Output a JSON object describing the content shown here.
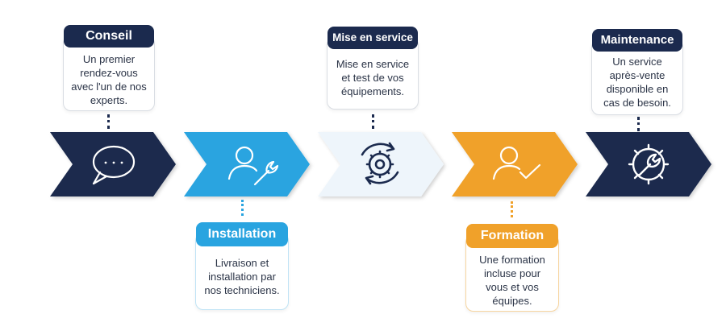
{
  "colors": {
    "navy": "#1b2a4e",
    "blue": "#29a4e0",
    "pale": "#eef5fb",
    "orange": "#f0a12a"
  },
  "steps": [
    {
      "title": "Conseil",
      "description": "Un premier rendez-vous avec l'un de nos experts.",
      "icon": "chat-bubble-icon"
    },
    {
      "title": "Installation",
      "description": "Livraison et installation par nos techniciens.",
      "icon": "technician-wrench-icon"
    },
    {
      "title": "Mise en service",
      "description": "Mise en service et test de vos équipements.",
      "icon": "gear-cycle-icon"
    },
    {
      "title": "Formation",
      "description": "Une formation incluse pour vous et vos équipes.",
      "icon": "user-check-icon"
    },
    {
      "title": "Maintenance",
      "description": "Un service après-vente disponible en cas de besoin.",
      "icon": "gear-wrench-icon"
    }
  ]
}
